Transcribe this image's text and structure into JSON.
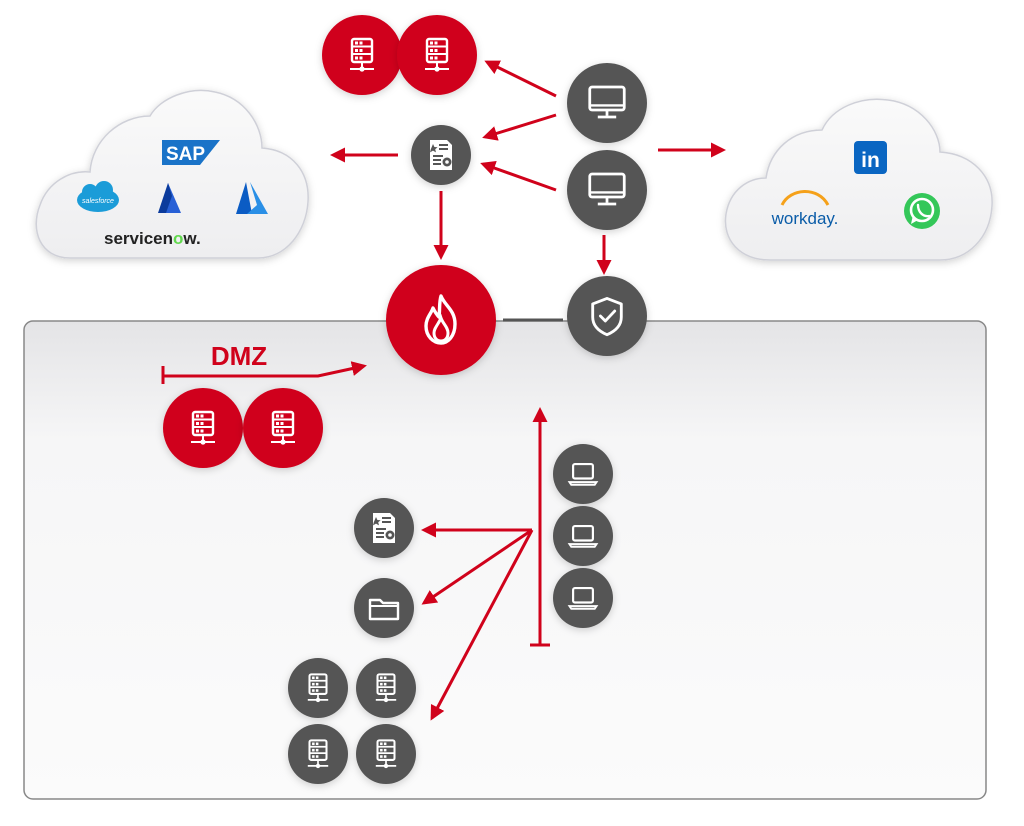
{
  "colors": {
    "accent": "#d0021b",
    "dark": "#555555",
    "cloud": "#f1f1f3",
    "panel": "#efeff0"
  },
  "dmz_label": "DMZ",
  "left_cloud": {
    "logos": {
      "sap": "SAP",
      "salesforce": "salesforce",
      "servicenow_prefix": "servicen",
      "servicenow_o": "o",
      "servicenow_suffix": "w."
    }
  },
  "right_cloud": {
    "logos": {
      "linkedin": "in",
      "workday": "workday."
    }
  },
  "icons": {
    "external_servers": [
      "server-icon",
      "server-icon"
    ],
    "proxy": "document-gear-icon",
    "desktops": [
      "monitor-icon",
      "monitor-icon"
    ],
    "firewall": "flame-icon",
    "security": "shield-check-icon",
    "dmz_servers": [
      "server-icon",
      "server-icon"
    ],
    "laptops": [
      "laptop-icon",
      "laptop-icon",
      "laptop-icon"
    ],
    "internal_document": "document-gear-icon",
    "internal_folder": "folder-icon",
    "internal_servers": [
      "server-icon",
      "server-icon",
      "server-icon",
      "server-icon"
    ]
  }
}
